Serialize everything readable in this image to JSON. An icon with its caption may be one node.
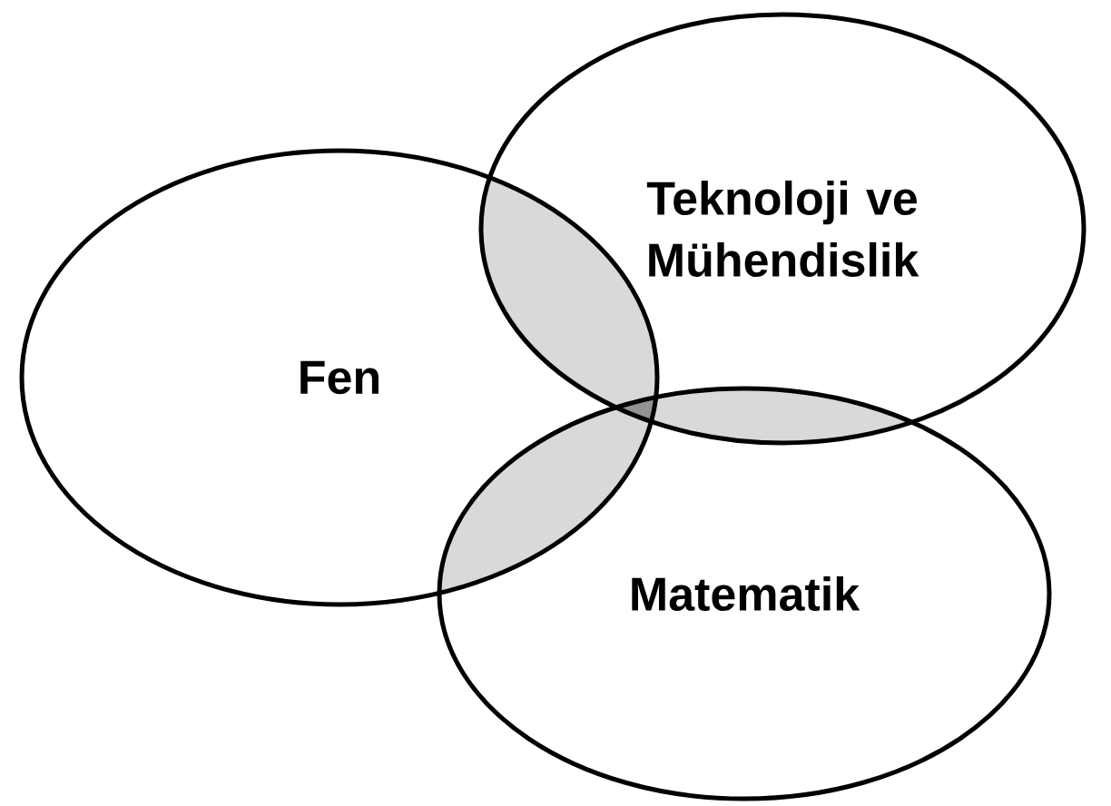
{
  "diagram": {
    "nodes": [
      {
        "text": [
          "Fen"
        ]
      },
      {
        "text": [
          "Teknoloji ve Mühendislik"
        ]
      },
      {
        "text": [
          "Matematik"
        ]
      }
    ]
  }
}
